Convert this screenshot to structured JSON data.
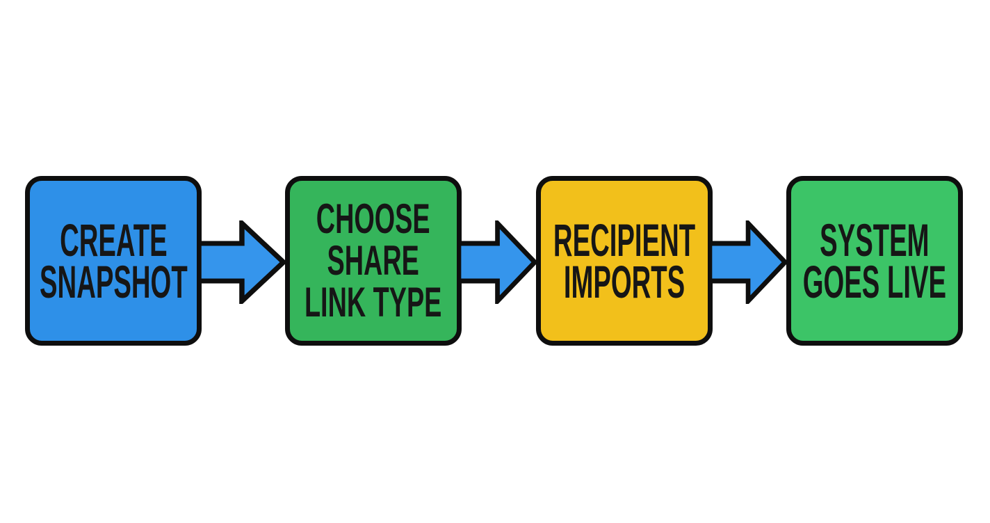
{
  "diagram": {
    "type": "flowchart",
    "direction": "left-to-right",
    "colors": {
      "background": "#ffffff",
      "outline": "#0e0e0e",
      "text": "#161616",
      "arrow_fill": "#3595ec",
      "step1_fill": "#2e90e8",
      "step2_fill": "#35b55b",
      "step3_fill": "#f2c01b",
      "step4_fill": "#3cc467"
    },
    "steps": [
      {
        "order": 1,
        "label": "CREATE SNAPSHOT",
        "lines": [
          "CREATE",
          "SNAPSHOT"
        ],
        "fill": "#2e90e8"
      },
      {
        "order": 2,
        "label": "CHOOSE SHARE LINK TYPE",
        "lines": [
          "CHOOSE",
          "SHARE",
          "LINK TYPE"
        ],
        "fill": "#35b55b"
      },
      {
        "order": 3,
        "label": "RECIPIENT IMPORTS",
        "lines": [
          "RECIPIENT",
          "IMPORTS"
        ],
        "fill": "#f2c01b"
      },
      {
        "order": 4,
        "label": "SYSTEM GOES LIVE",
        "lines": [
          "SYSTEM",
          "GOES LIVE"
        ],
        "fill": "#3cc467"
      }
    ],
    "connectors": [
      {
        "from": 1,
        "to": 2
      },
      {
        "from": 2,
        "to": 3
      },
      {
        "from": 3,
        "to": 4
      }
    ]
  }
}
